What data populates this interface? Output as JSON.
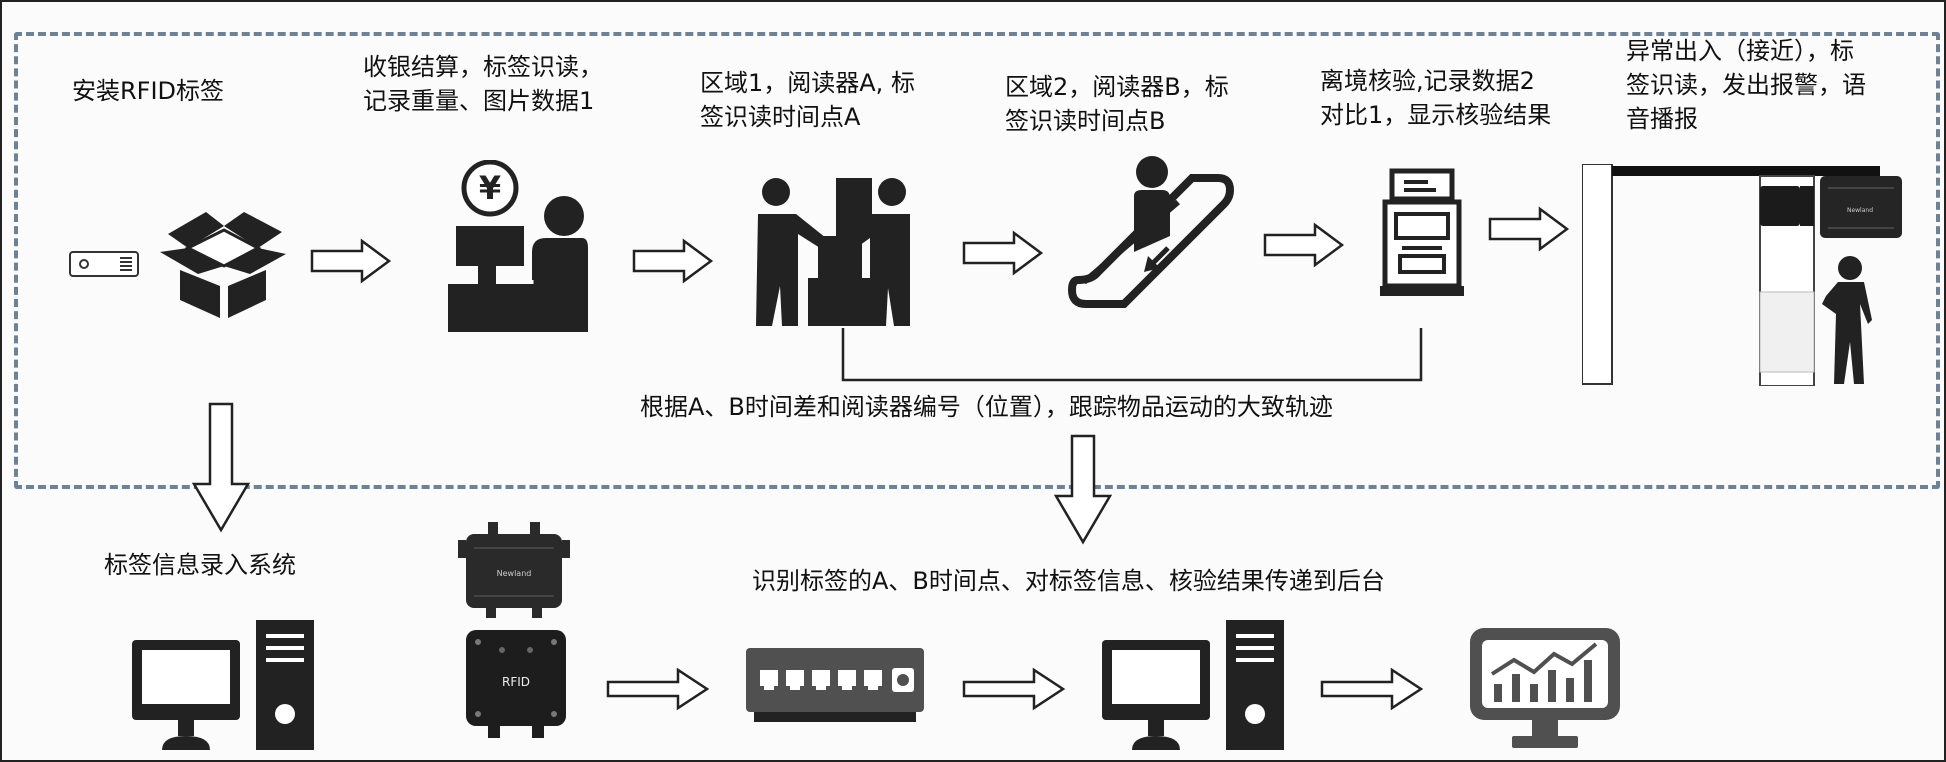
{
  "frame_label": "",
  "steps": {
    "install": "安装RFID标签",
    "checkout": "收银结算，标签识读，\n记录重量、图片数据1",
    "zone1": "区域1，阅读器A, 标\n签识读时间点A",
    "zone2": "区域2，阅读器B，标\n签识读时间点B",
    "exit": "离境核验,记录数据2\n对比1，显示核验结果",
    "alarm": "异常出入（接近），标\n签识读，发出报警，语\n音播报"
  },
  "track_note": "根据A、B时间差和阅读器编号（位置），跟踪物品运动的大致轨迹",
  "entry_system": "标签信息录入系统",
  "backend_note": "识别标签的A、B时间点、对标签信息、核验结果传递到后台",
  "reader_label": "RFID",
  "brand_text": "Newland",
  "currency_symbol": "¥",
  "colors": {
    "icon": "#222222",
    "frame": "#6e8296",
    "arrow_stroke": "#222222"
  }
}
